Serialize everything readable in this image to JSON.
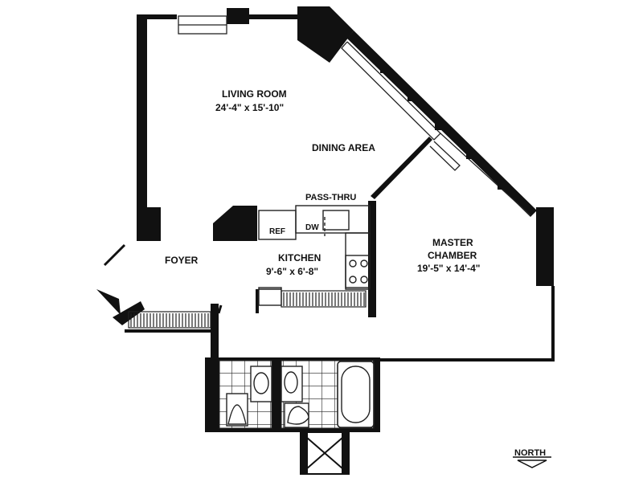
{
  "rooms": {
    "living_room": {
      "name": "LIVING ROOM",
      "size": "24'-4\" x 15'-10\""
    },
    "dining_area": {
      "name": "DINING AREA"
    },
    "pass_thru": {
      "name": "PASS-THRU"
    },
    "foyer": {
      "name": "FOYER"
    },
    "kitchen": {
      "name": "KITCHEN",
      "size": "9'-6\" x 6'-8\""
    },
    "master_chamber": {
      "name_line1": "MASTER",
      "name_line2": "CHAMBER",
      "size": "19'-5\" x 14'-4\""
    }
  },
  "appliances": {
    "refrigerator": "REF",
    "dishwasher": "DW"
  },
  "compass": {
    "label": "NORTH"
  },
  "colors": {
    "wall": "#111111",
    "background": "#ffffff",
    "line": "#1a1a1a"
  }
}
